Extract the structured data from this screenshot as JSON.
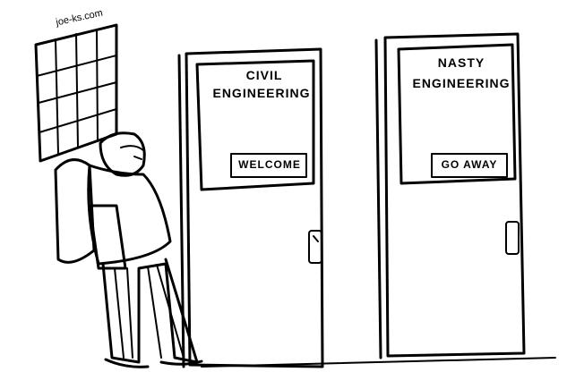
{
  "watermark": "joe-ks.com",
  "left_door": {
    "line1": "CIVIL",
    "line2": "ENGINEERING",
    "sign": "WELCOME"
  },
  "right_door": {
    "line1": "NASTY",
    "line2": "ENGINEERING",
    "sign": "GO AWAY"
  }
}
